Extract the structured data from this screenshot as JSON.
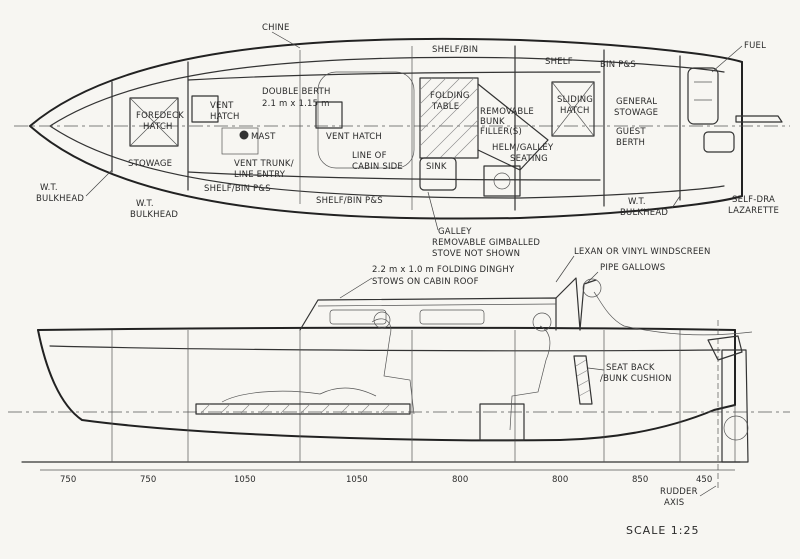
{
  "plan_labels": {
    "chine": "CHINE",
    "shelf_bin_top": "SHELF/BIN",
    "shelf_top_right": "SHELF",
    "bin_ps_top": "BIN P&S",
    "fuel": "FUEL",
    "double_berth": "DOUBLE BERTH",
    "berth_size": "2.1 m x 1.15 m",
    "foredeck_hatch_1": "FOREDECK",
    "foredeck_hatch_2": "HATCH",
    "vent_hatch_fwd_1": "VENT",
    "vent_hatch_fwd_2": "HATCH",
    "mast": "MAST",
    "vent_hatch_mid": "VENT HATCH",
    "folding_table_1": "FOLDING",
    "folding_table_2": "TABLE",
    "removable_bunk_1": "REMOVABLE",
    "removable_bunk_2": "BUNK",
    "removable_bunk_3": "FILLER(S)",
    "sliding_hatch_1": "SLIDING",
    "sliding_hatch_2": "HATCH",
    "general_stowage_1": "GENERAL",
    "general_stowage_2": "STOWAGE",
    "guest_berth_1": "GUEST",
    "guest_berth_2": "BERTH",
    "stowage": "STOWAGE",
    "vent_trunk_1": "VENT TRUNK/",
    "vent_trunk_2": "LINE ENTRY",
    "cabin_side_1": "LINE OF",
    "cabin_side_2": "CABIN SIDE",
    "sink": "SINK",
    "helm_seating": "HELM/GALLEY",
    "helm_seating_2": "SEATING",
    "wt_bulkhead_fwd_1": "W.T.",
    "wt_bulkhead_fwd_2": "BULKHEAD",
    "wt_bulkhead_fwd2_1": "W.T.",
    "wt_bulkhead_fwd2_2": "BULKHEAD",
    "shelf_bin_ps_low_1": "SHELF/BIN P&S",
    "shelf_bin_ps_low_2": "SHELF/BIN P&S",
    "wt_bulkhead_aft_1": "W.T.",
    "wt_bulkhead_aft_2": "BULKHEAD",
    "self_drain_1": "SELF-DRA",
    "self_drain_2": "LAZARETTE",
    "galley_1": "GALLEY",
    "galley_2": "REMOVABLE GIMBALLED",
    "galley_3": "STOVE NOT SHOWN"
  },
  "profile_labels": {
    "dinghy_1": "2.2 m x 1.0 m FOLDING DINGHY",
    "dinghy_2": "STOWS ON CABIN ROOF",
    "windscreen": "LEXAN OR VINYL WINDSCREEN",
    "pipe_gallows": "PIPE GALLOWS",
    "seat_back_1": "SEAT BACK",
    "seat_back_2": "/BUNK CUSHION",
    "rudder_axis_1": "RUDDER",
    "rudder_axis_2": "AXIS"
  },
  "station_spacings": [
    "750",
    "750",
    "1050",
    "1050",
    "800",
    "800",
    "850",
    "450"
  ],
  "scale": "SCALE 1:25"
}
